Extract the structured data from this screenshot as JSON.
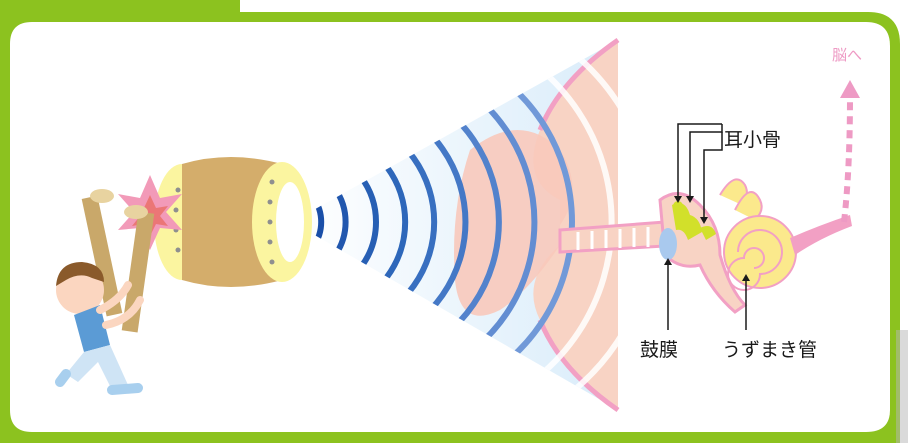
{
  "labels": {
    "ossicles": "耳小骨",
    "eardrum": "鼓膜",
    "cochlea": "うずまき管",
    "to_brain": "脳へ"
  },
  "colors": {
    "frame_green": "#8cc21f",
    "sound_wave_blue": "#2f6bc0",
    "ear_pink": "#f2a0c4",
    "skin": "#f8d3c4",
    "ossicle_yellow": "#d2e02a",
    "cochlea_yellow": "#fbe98c",
    "drum_brown": "#d4ad6b",
    "drum_rim_yellow": "#fbf5a0",
    "impact_pink": "#f29ab8"
  }
}
